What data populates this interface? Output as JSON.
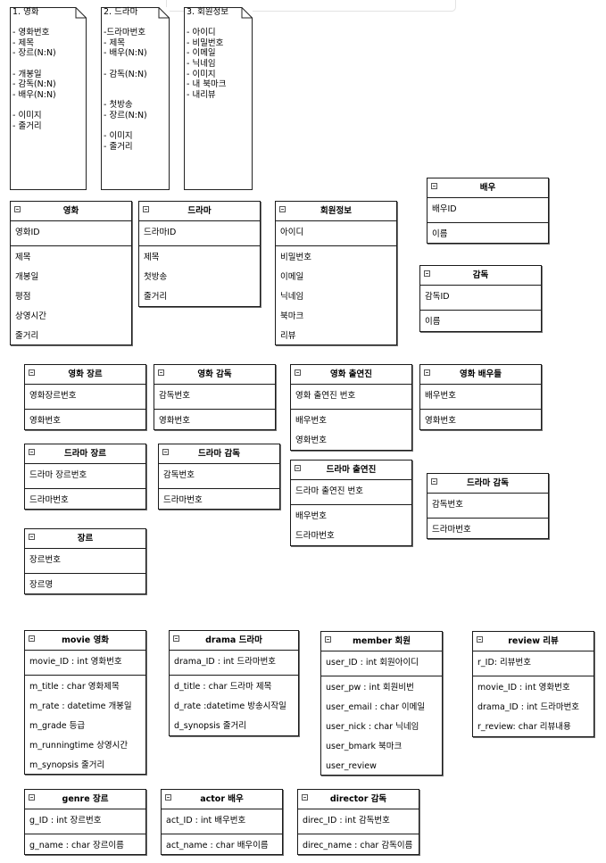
{
  "notes": [
    {
      "id": "movie-note",
      "title": "1. 영화",
      "lines": [
        "",
        "- 영화번호",
        "- 제목",
        "- 장르(N:N)",
        "",
        "- 개봉일",
        "- 감독(N:N)",
        "- 배우(N:N)",
        "",
        "- 이미지",
        "- 줄거리"
      ]
    },
    {
      "id": "drama-note",
      "title": "2. 드라마",
      "lines": [
        "",
        "-드라마번호",
        "- 제목",
        "- 배우(N:N)",
        "",
        "- 감독(N:N)",
        "",
        "",
        "- 첫방송",
        "- 장르(N:N)",
        "",
        "- 이미지",
        "- 줄거리"
      ]
    },
    {
      "id": "member-note",
      "title": "3. 회원정보",
      "lines": [
        "",
        "- 아이디",
        "- 비밀번호",
        "- 이메일",
        "- 닉네임",
        "- 이미지",
        "- 내 북마크",
        "- 내리뷰"
      ]
    }
  ],
  "entities": [
    {
      "id": "movie",
      "title": "영화",
      "sections": [
        [
          "영화ID"
        ],
        [
          "제목",
          "개봉일",
          "평점",
          "상영시간",
          "줄거리"
        ]
      ]
    },
    {
      "id": "drama",
      "title": "드라마",
      "sections": [
        [
          "드라마ID"
        ],
        [
          "제목",
          "첫방송",
          "줄거리"
        ]
      ]
    },
    {
      "id": "member-info",
      "title": "회원정보",
      "sections": [
        [
          "아이디"
        ],
        [
          "비밀번호",
          "이메일",
          "닉네임",
          "북마크",
          "리뷰"
        ]
      ]
    },
    {
      "id": "actor",
      "title": "배우",
      "sections": [
        [
          "배우ID"
        ],
        [
          "이름"
        ]
      ]
    },
    {
      "id": "director",
      "title": "감독",
      "sections": [
        [
          "감독ID"
        ],
        [
          "이름"
        ]
      ]
    },
    {
      "id": "movie-genre",
      "title": "영화 장르",
      "sections": [
        [
          "영화장르번호"
        ],
        [
          "영화번호"
        ]
      ]
    },
    {
      "id": "movie-director",
      "title": "영화 감독",
      "sections": [
        [
          "감독번호"
        ],
        [
          "영화번호"
        ]
      ]
    },
    {
      "id": "movie-cast",
      "title": "영화 출연진",
      "sections": [
        [
          "영화 출연진 번호"
        ],
        [
          "배우번호",
          "영화번호"
        ]
      ]
    },
    {
      "id": "movie-actors",
      "title": "영화 배우들",
      "sections": [
        [
          "배우번호"
        ],
        [
          "영화번호"
        ]
      ]
    },
    {
      "id": "drama-genre",
      "title": "드라마 장르",
      "sections": [
        [
          "드라마 장르번호"
        ],
        [
          "드라마번호"
        ]
      ]
    },
    {
      "id": "drama-director",
      "title": "드라마 감독",
      "sections": [
        [
          "감독번호"
        ],
        [
          "드라마번호"
        ]
      ]
    },
    {
      "id": "drama-cast",
      "title": "드라마 출연진",
      "sections": [
        [
          "드라마 출연진 번호"
        ],
        [
          "배우번호",
          "드라마번호"
        ]
      ]
    },
    {
      "id": "drama-director-2",
      "title": "드라마 감독",
      "sections": [
        [
          "감독번호"
        ],
        [
          "드라마번호"
        ]
      ]
    },
    {
      "id": "genre",
      "title": "장르",
      "sections": [
        [
          "장르번호"
        ],
        [
          "장르명"
        ]
      ]
    },
    {
      "id": "movie-table",
      "title": "movie  영화",
      "sections": [
        [
          "movie_ID : int 영화번호"
        ],
        [
          "m_title : char  영화제목",
          "m_rate : datetime  개봉일",
          "m_grade  등급",
          "m_runningtime  상영시간",
          "m_synopsis  줄거리"
        ]
      ]
    },
    {
      "id": "drama-table",
      "title": "drama  드라마",
      "sections": [
        [
          "drama_ID : int  드라마번호"
        ],
        [
          "d_title : char  드라마 제목",
          "d_rate :datetime  방송시작일",
          "d_synopsis  줄거리"
        ]
      ]
    },
    {
      "id": "member-table",
      "title": "member  회원",
      "sections": [
        [
          "user_ID : int  회원아이디"
        ],
        [
          "user_pw : int  회원비번",
          "user_email : char  이메일",
          "user_nick : char  닉네임",
          "user_bmark  북마크",
          "user_review"
        ]
      ]
    },
    {
      "id": "review-table",
      "title": "review  리뷰",
      "sections": [
        [
          "r_ID:  리뷰번호"
        ],
        [
          "movie_ID : int 영화번호",
          "drama_ID : int  드라마번호",
          "r_review: char  리뷰내용"
        ]
      ]
    },
    {
      "id": "genre-table",
      "title": "genre  장르",
      "sections": [
        [
          "g_ID : int  장르번호"
        ],
        [
          "g_name : char  장르이름"
        ]
      ]
    },
    {
      "id": "actor-table",
      "title": "actor  배우",
      "sections": [
        [
          "act_ID : int  배우번호"
        ],
        [
          "act_name : char  배우이름"
        ]
      ]
    },
    {
      "id": "director-table",
      "title": "director  감독",
      "sections": [
        [
          "direc_ID : int  감독번호"
        ],
        [
          "direc_name : char  감독이름"
        ]
      ]
    }
  ]
}
